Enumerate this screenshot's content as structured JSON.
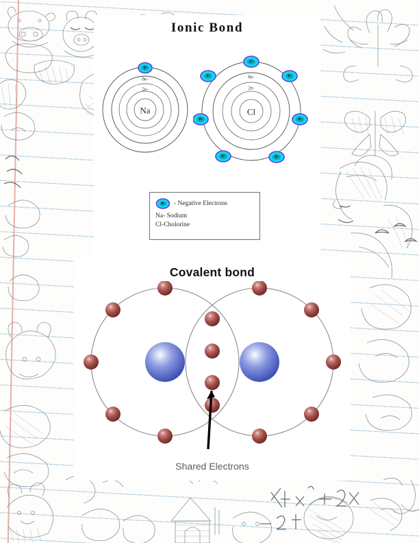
{
  "page": {
    "background": "lined-notebook-paper-with-pencil-doodles",
    "paper_color": "#fdfdfb",
    "rule_line_color": "#b9d4e3",
    "margin_line_color": "#e2a09c"
  },
  "ionic": {
    "title": "Ionic Bond",
    "sodium": {
      "nucleus_label": "Na",
      "shell_labels": [
        "8e-",
        "2e-"
      ],
      "valence_electron_count": 1,
      "electron_symbol": "e-"
    },
    "chlorine": {
      "nucleus_label": "Cl",
      "shell_labels": [
        "8e-",
        "2e-"
      ],
      "valence_electron_count": 7,
      "electron_symbol": "e-"
    },
    "legend": {
      "electron_symbol": "e-",
      "electron_text": "- Negative Electrons",
      "line_na": "Na- Sodium",
      "line_cl": "Cl-Cholorine"
    },
    "colors": {
      "electron_fill": "#12d9f2",
      "electron_rim": "#5a46d8",
      "shell_stroke": "#4d4d4d"
    }
  },
  "covalent": {
    "title": "Covalent bond",
    "shared_label": "Shared Electrons",
    "atom_count": 2,
    "shared_electron_count": 2,
    "electrons_per_atom_ring": 8,
    "colors": {
      "nucleus": "#5b6fd0",
      "nucleus_highlight": "#bcc6ef",
      "electron": "#a34a46",
      "electron_highlight": "#d99a95",
      "ring_stroke": "#8b8b8b",
      "pointer": "#000000"
    }
  }
}
